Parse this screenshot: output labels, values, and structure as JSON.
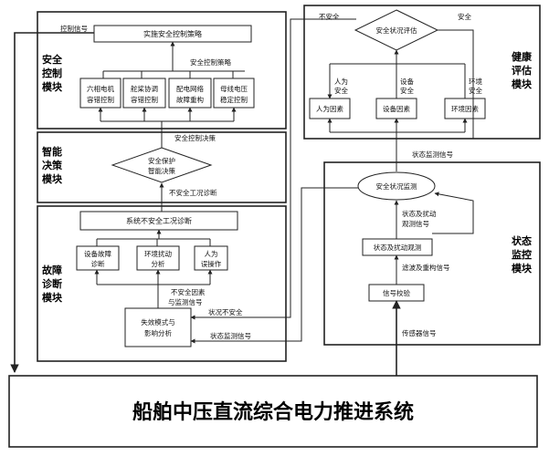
{
  "title": "船舶中压直流综合电力推进系统",
  "modules": {
    "safety_control": {
      "label": [
        "安全",
        "控制",
        "模块"
      ]
    },
    "decision": {
      "label": [
        "智能",
        "决策",
        "模块"
      ]
    },
    "diagnosis": {
      "label": [
        "故障",
        "诊断",
        "模块"
      ]
    },
    "health": {
      "label": [
        "健康",
        "评估",
        "模块"
      ]
    },
    "monitor": {
      "label": [
        "状态",
        "监控",
        "模块"
      ]
    }
  },
  "safety_control": {
    "control_signal": "控制信号",
    "implement_strategy": "实施安全控制策略",
    "strategy_label": "安全控制策略",
    "boxes": [
      [
        "六相电机",
        "容错控制"
      ],
      [
        "舵桨协调",
        "容错控制"
      ],
      [
        "配电网络",
        "故障重构"
      ],
      [
        "母线电压",
        "稳定控制"
      ]
    ]
  },
  "decision": {
    "decision_label": "安全控制决策",
    "diamond": [
      "安全保护",
      "智能决策"
    ],
    "unsafe_diag": "不安全工况诊断"
  },
  "diagnosis": {
    "system_diag": "系统不安全工况诊断",
    "boxes": [
      [
        "设备故障",
        "诊断"
      ],
      [
        "环境扰动",
        "分析"
      ],
      [
        "人为",
        "误操作"
      ]
    ],
    "factors_label": [
      "不安全因素",
      "与监测信号"
    ],
    "failure_mode": [
      "失效模式与",
      "影响分析"
    ],
    "status_unsafe": "状况不安全",
    "status_monitor_signal": "状态监测信号"
  },
  "health": {
    "unsafe": "不安全",
    "safe": "安全",
    "evaluate": "安全状况评估",
    "factor_labels": [
      [
        "人为",
        "安全"
      ],
      [
        "设备",
        "安全"
      ],
      [
        "环境",
        "安全"
      ]
    ],
    "factors": [
      "人为因素",
      "设备因素",
      "环境因素"
    ],
    "monitor_signal": "状态监测信号"
  },
  "monitor": {
    "status_monitor": "安全状况监测",
    "observe_label": [
      "状态及扰动",
      "观测信号"
    ],
    "observe": "状态及扰动观测",
    "filter_label": "滤波及重构信号",
    "verify": "信号校验",
    "sensor_label": "传感器信号"
  }
}
